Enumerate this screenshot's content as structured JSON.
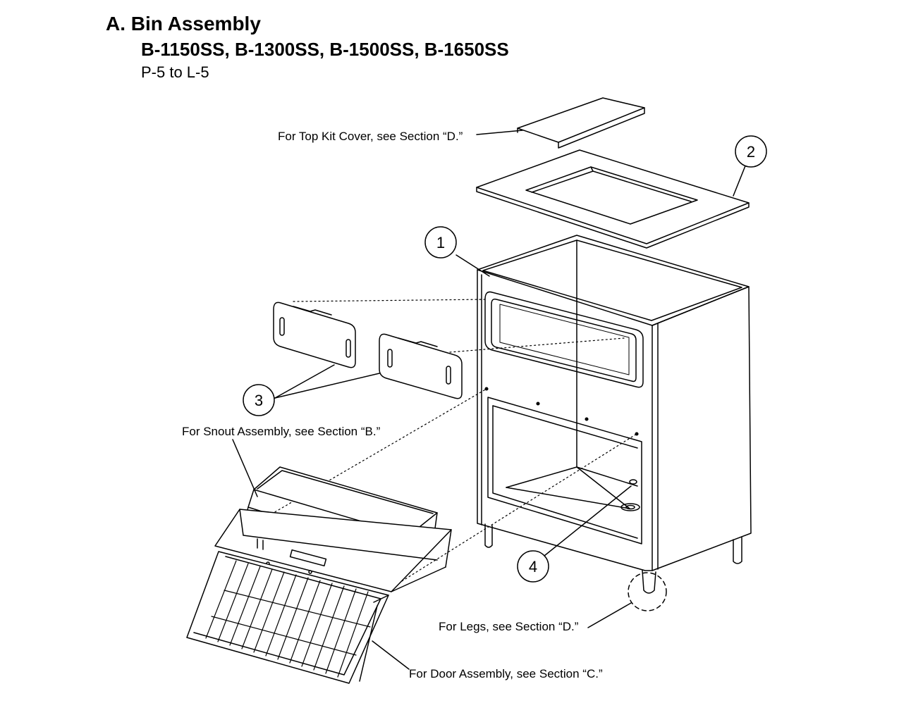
{
  "header": {
    "title": "A. Bin Assembly",
    "models": "B-1150SS, B-1300SS, B-1500SS, B-1650SS",
    "serial_range": "P-5 to L-5"
  },
  "callouts": [
    {
      "number": "1"
    },
    {
      "number": "2"
    },
    {
      "number": "3"
    },
    {
      "number": "4"
    }
  ],
  "notes": {
    "top_kit": "For Top Kit Cover, see Section “D.”",
    "snout": "For Snout Assembly, see Section “B.”",
    "legs": "For Legs, see Section “D.”",
    "door": "For Door Assembly, see Section “C.”"
  }
}
